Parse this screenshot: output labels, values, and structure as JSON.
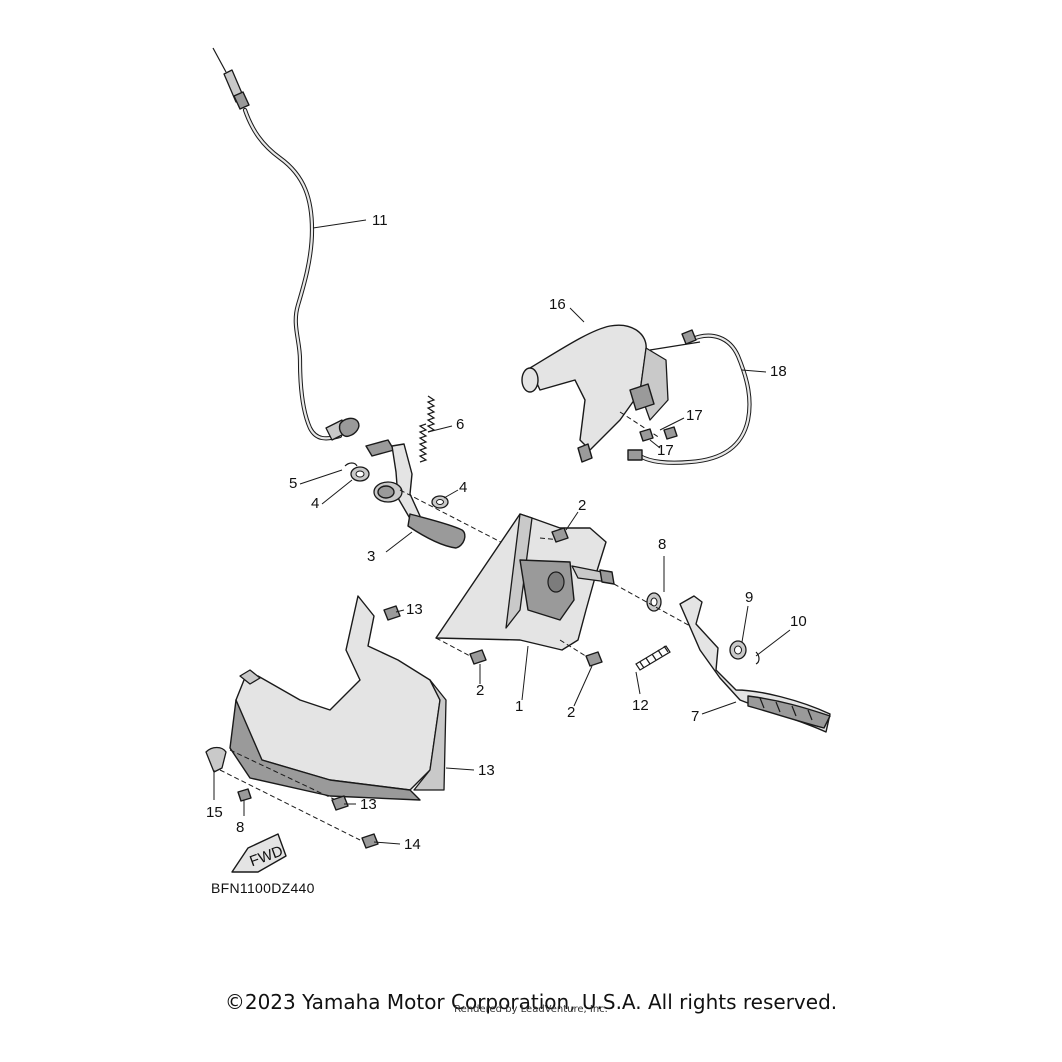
{
  "diagram": {
    "code": "BFN1100DZ440",
    "fwd_label": "FWD",
    "callouts": [
      {
        "id": "c1",
        "number": "1"
      },
      {
        "id": "c2a",
        "number": "2"
      },
      {
        "id": "c2b",
        "number": "2"
      },
      {
        "id": "c2c",
        "number": "2"
      },
      {
        "id": "c3",
        "number": "3"
      },
      {
        "id": "c4a",
        "number": "4"
      },
      {
        "id": "c4b",
        "number": "4"
      },
      {
        "id": "c5",
        "number": "5"
      },
      {
        "id": "c6",
        "number": "6"
      },
      {
        "id": "c7",
        "number": "7"
      },
      {
        "id": "c8a",
        "number": "8"
      },
      {
        "id": "c8b",
        "number": "8"
      },
      {
        "id": "c9",
        "number": "9"
      },
      {
        "id": "c10",
        "number": "10"
      },
      {
        "id": "c11",
        "number": "11"
      },
      {
        "id": "c12",
        "number": "12"
      },
      {
        "id": "c13a",
        "number": "13"
      },
      {
        "id": "c13b",
        "number": "13"
      },
      {
        "id": "c13c",
        "number": "13"
      },
      {
        "id": "c14",
        "number": "14"
      },
      {
        "id": "c15",
        "number": "15"
      },
      {
        "id": "c16",
        "number": "16"
      },
      {
        "id": "c17a",
        "number": "17"
      },
      {
        "id": "c17b",
        "number": "17"
      },
      {
        "id": "c18",
        "number": "18"
      }
    ]
  },
  "footer": {
    "copyright": "©2023 Yamaha Motor Corporation, U.S.A. All rights reserved.",
    "render_note": "Rendered by LeadVenture, Inc."
  }
}
